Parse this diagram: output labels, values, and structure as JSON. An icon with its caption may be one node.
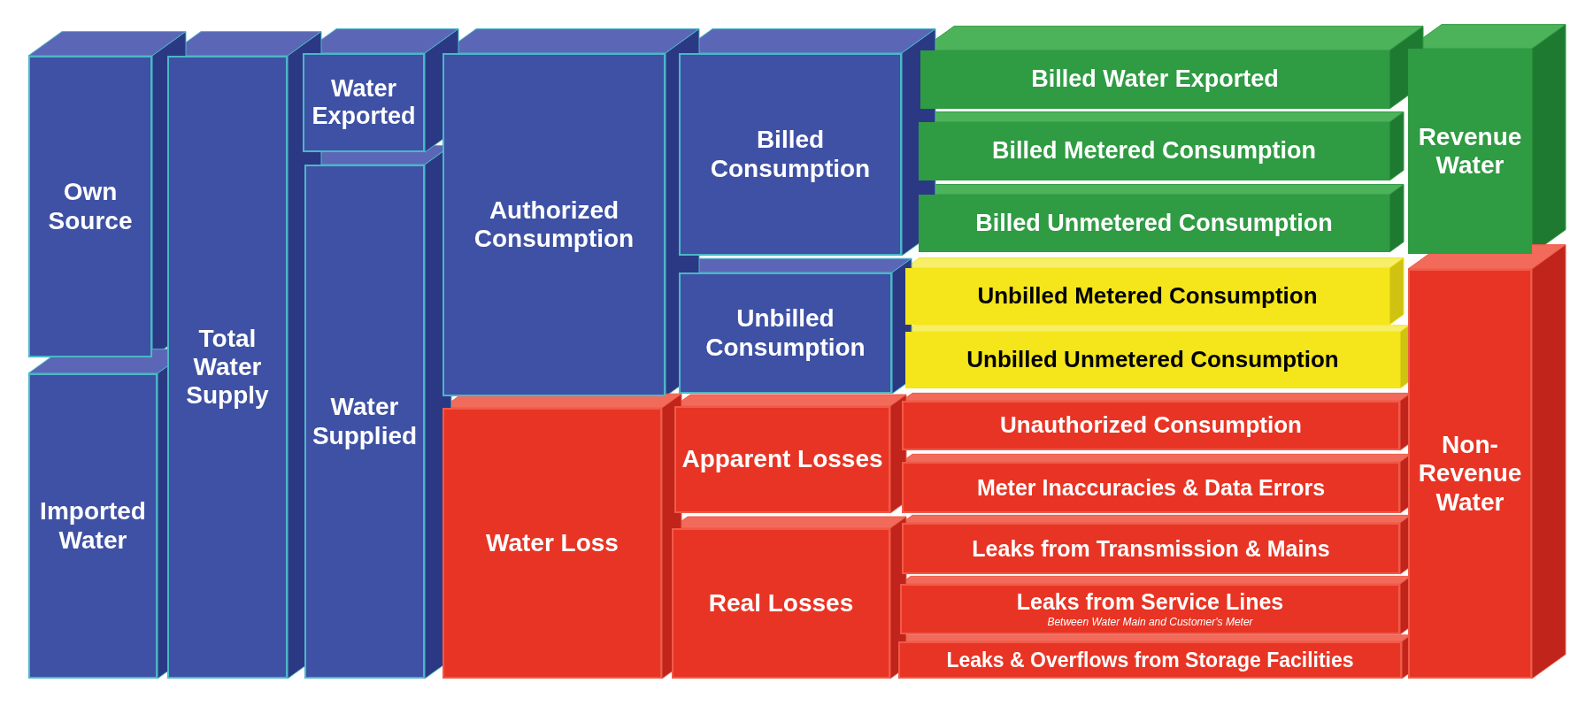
{
  "diagram": {
    "nodes": [
      {
        "text": [
          "Own Source"
        ]
      },
      {
        "text": [
          "Imported Water"
        ]
      },
      {
        "text": [
          "Total Water Supply"
        ]
      },
      {
        "text": [
          "Water Exported"
        ]
      },
      {
        "text": [
          "Water Supplied"
        ]
      },
      {
        "text": [
          "Authorized Consumption"
        ]
      },
      {
        "text": [
          "Billed Consumption"
        ]
      },
      {
        "text": [
          "Unbilled Consumption"
        ]
      },
      {
        "text": [
          "Water Loss"
        ]
      },
      {
        "text": [
          "Apparent Losses"
        ]
      },
      {
        "text": [
          "Real Losses"
        ]
      },
      {
        "text": [
          "Billed Water Exported"
        ]
      },
      {
        "text": [
          "Billed Metered Consumption"
        ]
      },
      {
        "text": [
          "Billed Unmetered Consumption"
        ]
      },
      {
        "text": [
          "Unbilled Metered Consumption"
        ]
      },
      {
        "text": [
          "Unbilled Unmetered Consumption"
        ]
      },
      {
        "text": [
          "Unauthorized Consumption"
        ]
      },
      {
        "text": [
          "Meter Inaccuracies & Data Errors"
        ]
      },
      {
        "text": [
          "Leaks from Transmission & Mains"
        ]
      },
      {
        "text": [
          "Leaks from Service Lines",
          "Between Water Main and Customer's Meter"
        ]
      },
      {
        "text": [
          "Leaks & Overflows from Storage Facilities"
        ]
      },
      {
        "text": [
          "Revenue Water"
        ]
      },
      {
        "text": [
          "Non-Revenue Water"
        ]
      }
    ]
  }
}
